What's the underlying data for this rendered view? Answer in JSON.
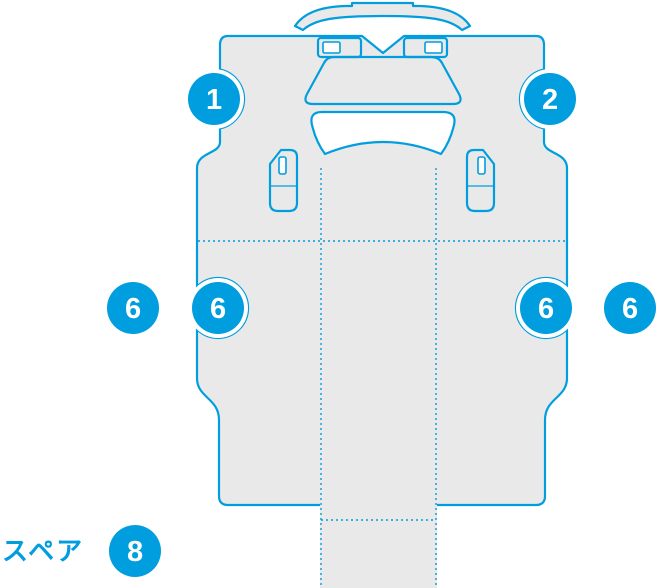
{
  "colors": {
    "accent": "#009EDF",
    "shape_fill": "#E9E9E9",
    "badge_fill": "#009EDF",
    "badge_text": "#FFFFFF",
    "background": "#FFFFFF"
  },
  "badges": [
    {
      "label": "1"
    },
    {
      "label": "2"
    },
    {
      "label": "6"
    },
    {
      "label": "6"
    },
    {
      "label": "6"
    },
    {
      "label": "6"
    },
    {
      "label": "8"
    }
  ],
  "spare_label": "スペア"
}
